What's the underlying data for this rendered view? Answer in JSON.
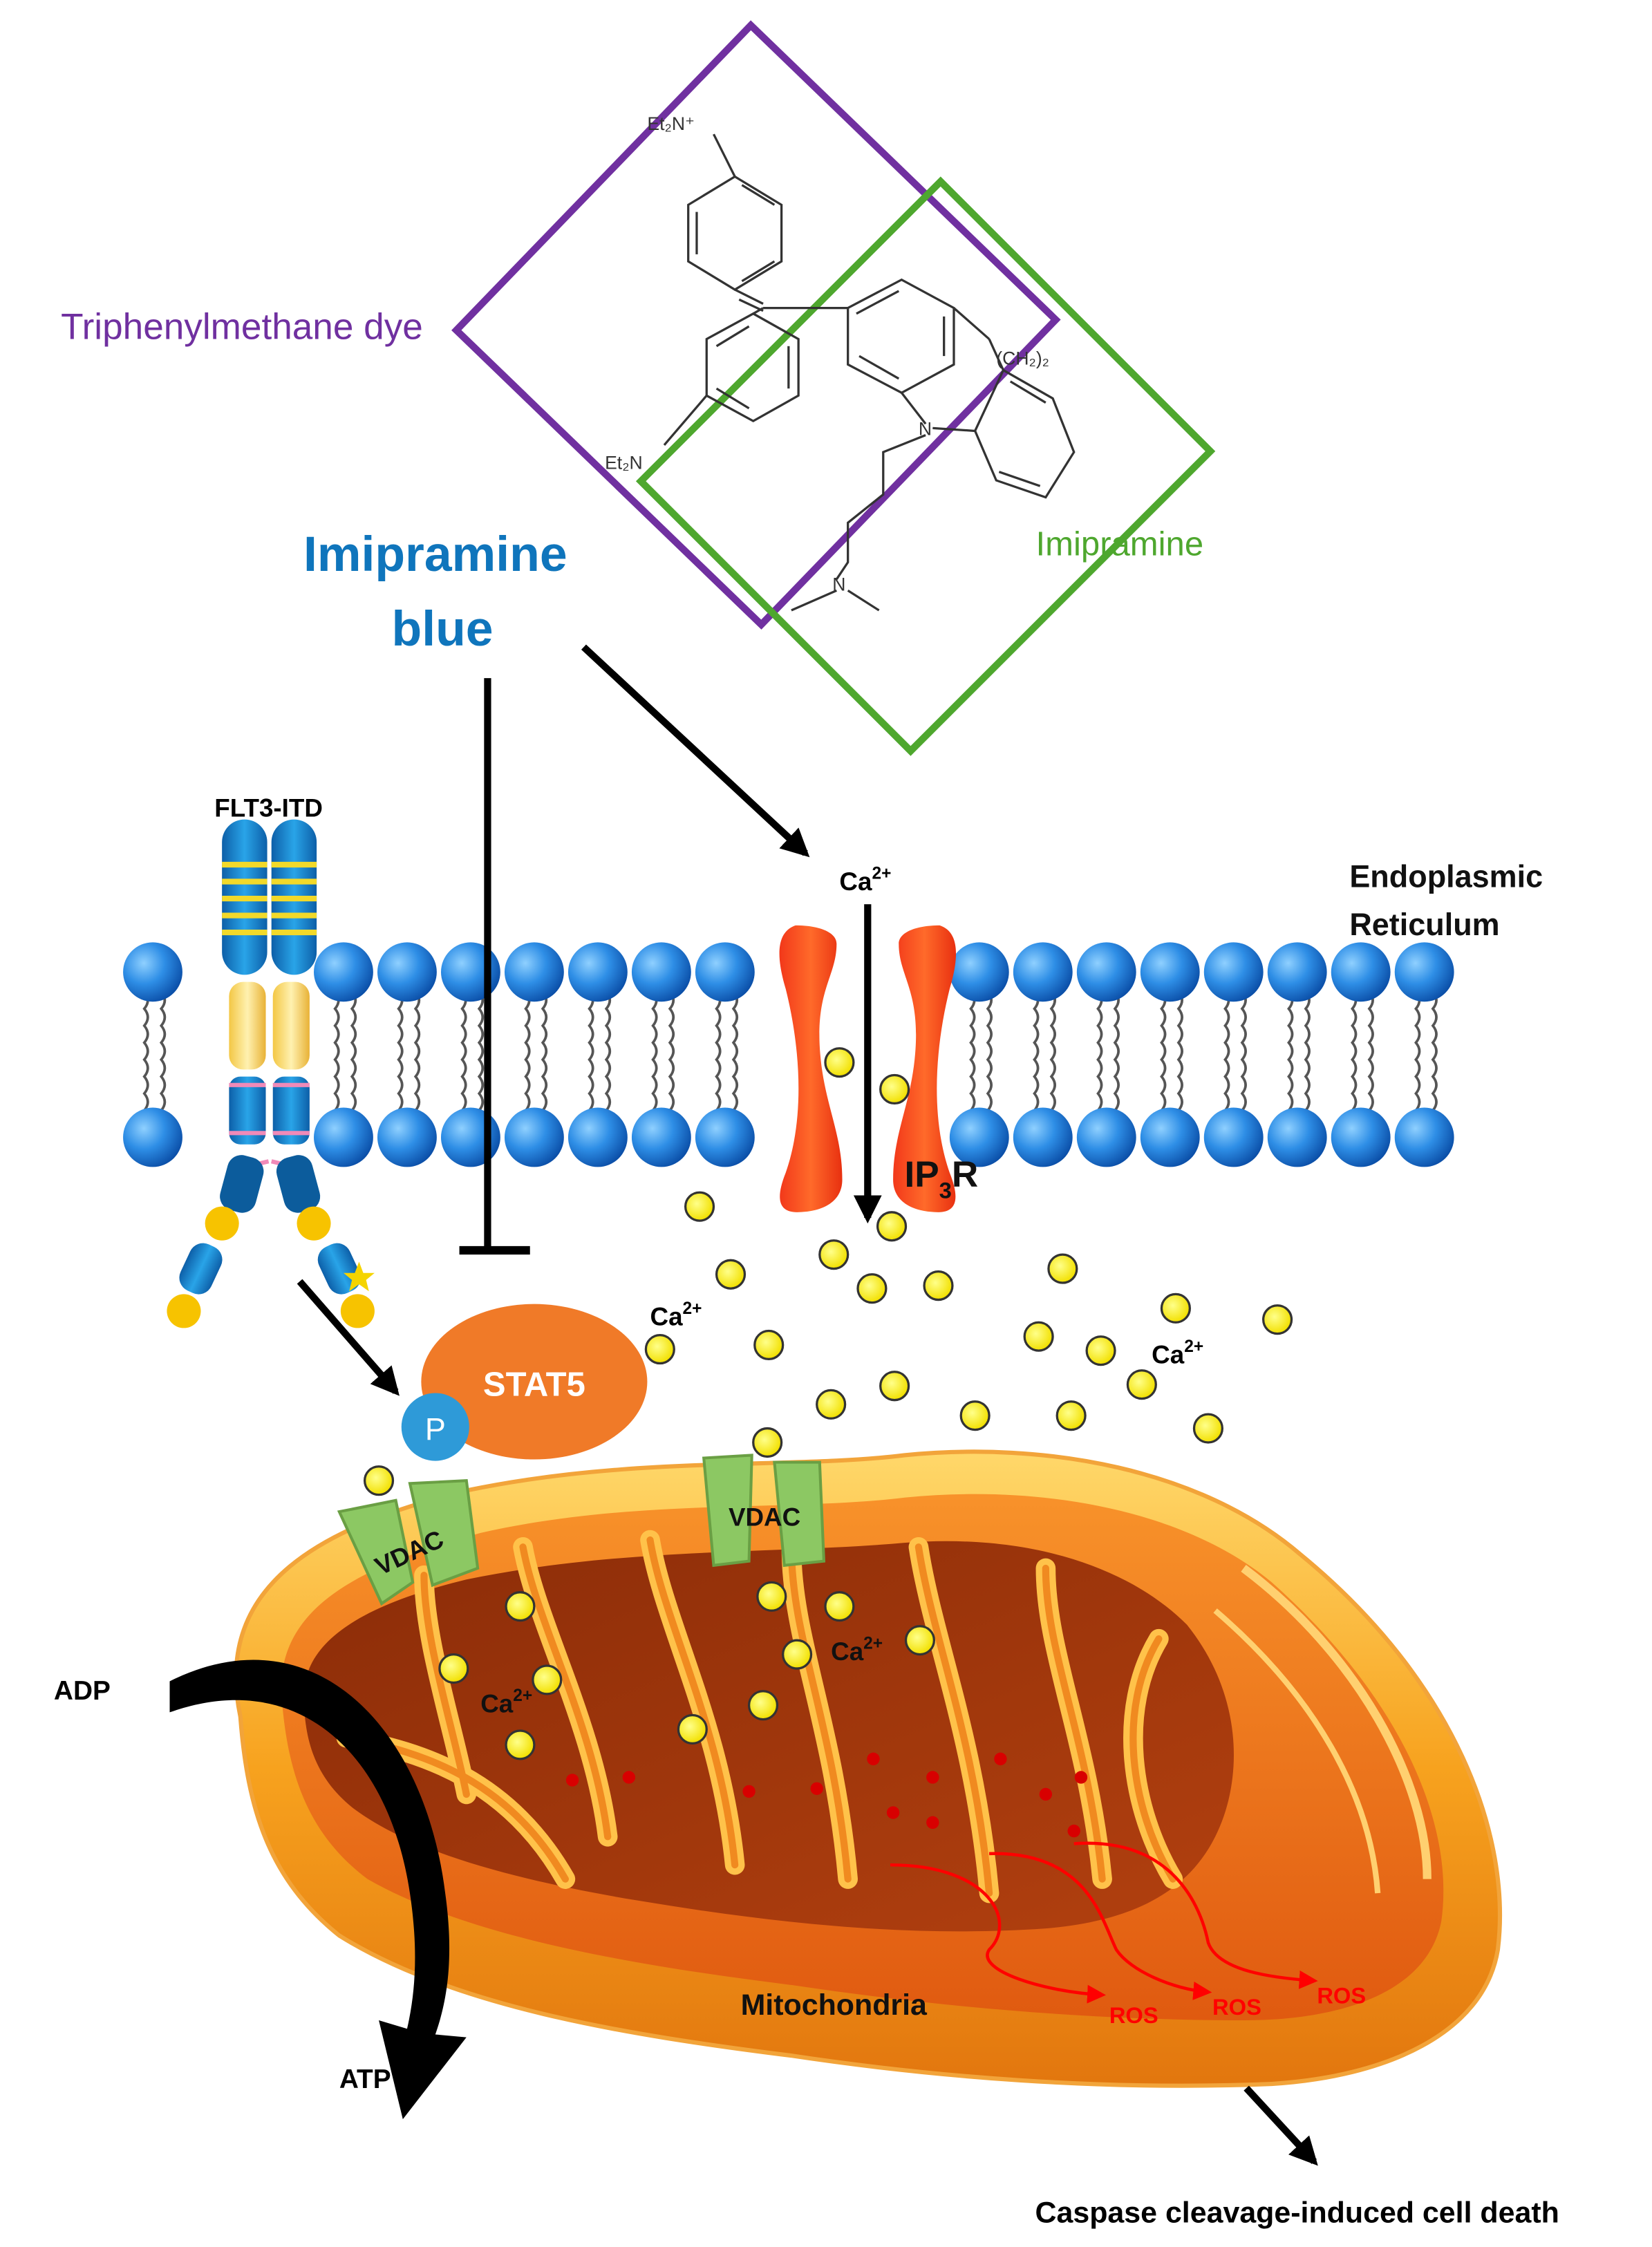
{
  "labels": {
    "triphenylmethane": "Triphenylmethane dye",
    "imipramine": "Imipramine",
    "imipramine_blue_line1": "Imipramine",
    "imipramine_blue_line2": "blue",
    "flt3": "FLT3-ITD",
    "ca_top": "Ca",
    "er_line1": "Endoplasmic",
    "er_line2": "Reticulum",
    "ip3r_a": "IP",
    "ip3r_sub": "3",
    "ip3r_b": "R",
    "ca_left": "Ca",
    "ca_right": "Ca",
    "ca_mito_left": "Ca",
    "ca_mito_right": "Ca",
    "charge": "2+",
    "stat5": "STAT5",
    "p": "P",
    "vdac_left": "VDAC",
    "vdac_right": "VDAC",
    "adp": "ADP",
    "atp": "ATP",
    "mitochondria": "Mitochondria",
    "ros1": "ROS",
    "ros2": "ROS",
    "ros3": "ROS",
    "caspase": "Caspase cleavage-induced cell death"
  },
  "chem": {
    "et2n_top": "Et₂N⁺",
    "et2n_left": "Et₂N",
    "ch2": "(CH₂)₂",
    "n1": "N",
    "n2": "N"
  },
  "colors": {
    "purple": "#7030A0",
    "green": "#4EA72E",
    "blue_text": "#0F75BC",
    "red": "#FF0000",
    "stat5": "#F07A28",
    "vdac": "#8CC863",
    "calcium": "#F5EA14",
    "membrane": "#1E7FD8"
  }
}
